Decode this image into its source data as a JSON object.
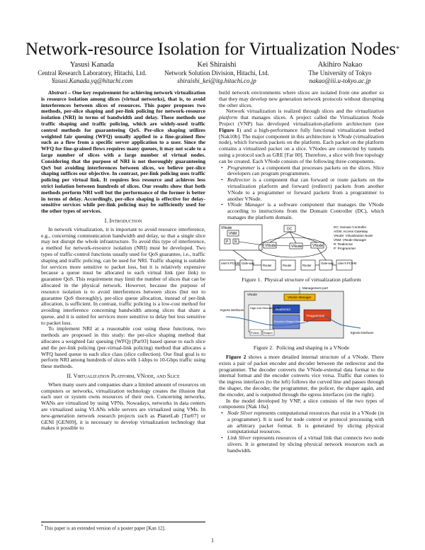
{
  "title": "Network-resource Isolation for Virtualization Nodes",
  "title_mark": "*",
  "authors": [
    {
      "name": "Yasusi Kanada",
      "affil": "Central Research Laboratory, Hitachi, Ltd.",
      "email": "Yasusi.Kanada.yq@hitachi.com"
    },
    {
      "name": "Kei Shiraishi",
      "affil": "Network Solution Division, Hitachi, Ltd.",
      "email": "shiraishi_kei@itg.hitachi.co.jp"
    },
    {
      "name": "Akihiro Nakao",
      "affil": "The University of Tokyo",
      "email": "nakao@iii.u-tokyo.ac.jp"
    }
  ],
  "abstract_label": "Abstract",
  "abstract": " – One key requirement for achieving network virtualization is resource isolation among slices (virtual networks), that is, to avoid interferences between slices of resources. This paper proposes two methods, per-slice shaping and per-link policing for network-resource isolation (NRI) in terms of bandwidth and delay. These methods use traffic shaping and traffic policing, which are widely-used traffic control methods for guaranteeing QoS. Per-slice shaping utilizes weighted fair queuing (WFQ) usually applied to a fine-grained flow such as a flow from a specific server application to a user. Since the WFQ for fine-grained flows requires many queues, it may not scale to a large number of slices with a large number of virtual nodes. Considering that the purpose of NRI is not thoroughly guaranteeing QoS but avoiding interferences between slices, we believe per-slice shaping suffices our objective. In contrast, per-link policing uses traffic policing per virtual link. It requires less resource and achieves less strict isolation between hundreds of slices. Our results show that both methods perform NRI well but the performance of the former is better in terms of delay. Accordingly, per-slice shaping is effective for delay-sensitive services while per-link policing may be sufficiently used for the other types of services.",
  "sec1_num": "I.",
  "sec1_title": "Introduction",
  "intro_p1": "In network virtualization, it is important to avoid resource interference, e.g., concerning communication bandwidth and delay, so that a single slice may not disrupt the whole infrastructure. To avoid this type of interference, a method for network-resource isolation (NRI) must be developed. Two types of traffic-control functions usually used for QoS guarantee, i.e., traffic shaping and traffic policing, can be used for NRI. Traffic shaping is suitable for services more sensitive to packet loss, but it is relatively expensive because a queue must be allocated to each virtual link (per link) to guarantee QoS. This requirement may limit the number of slices that can be allocated in the physical network. However, because the purpose of resource isolation is to avoid interferences between slices (but not to guarantee QoS thoroughly), per-slice queue allocation, instead of per-link allocation, is sufficient. In contrast, traffic policing is a low-cost method for avoiding interference concerning bandwidth among slices that share a queue, and it is suited for services more sensitive to delay but less sensitive to packet loss.",
  "intro_p2": "To implement NRI at a reasonable cost using these functions, two methods are proposed in this study: the per-slice shaping method that allocates a weighted fair queuing (WFQ) [Par93] based queue to each slice and the per-link policing (per-virtual-link policing) method that allocates a WFQ based queue to each slice class (slice collection). Our final goal is to perform NRI among hundreds of slices with 1-kbps to 10-Gbps traffic using these methods.",
  "sec2_num": "II.",
  "sec2_title": "Virtualization Platform, VNode, and Slice",
  "sec2_p1": "When many users and companies share a limited amount of resources on computers or networks, virtualization technology creates the illusion that each user or system owns resources of their own. Concerning networks, WANs are virtualized by using VPNs. Nowadays, networks in data centers are virtualized using VLANs while servers are virtualized using VMs. In new-generation network research projects such as PlanetLab [Tur07] or GENI [GEN09], it is necessary to develop virtualization technology that makes it possible to",
  "footnote_mark": "*",
  "footnote": "This paper is an extended version of a poster paper [Kan 12].",
  "right_p1": "build network environments where slices are isolated from one another so that they may develop new generation network protocols without disrupting the other slices.",
  "right_p2a": "Network virtualization is realized through slices and the ",
  "right_p2_vp": "virtualization platform",
  "right_p2b": " that manages slices. A project called the Virtualization Node Project (VNP) has developed virtualization-platform architecture (see ",
  "right_p2_fig": "Figure 1",
  "right_p2c": ") and a high-performance fully functional virtualization testbed [Nak10b]. The major component in this architecture is ",
  "right_p2_vn": "VNode",
  "right_p2d": " (virtualization node), which forwards packets on the platform. Each packet on the platform contains a virtualized packet on a slice. VNodes are connected by tunnels using a protocol such as GRE [Far 00]. Therefore, a slice with free topology can be created. Each VNode consists of the following three components.",
  "bullets1": [
    {
      "term": "Programmer",
      "text": " is a component that processes packets on the slices. Slice developers can program programmers."
    },
    {
      "term": "Redirector",
      "text": " is a component that can forward or route packets on the virtualization platform and forward (redirect) packets from another VNode to a programmer or forward packets from a programmer to another VNode."
    },
    {
      "term": "VNode Manager",
      "text": " is a software component that manages the VNode according to instructions from the Domain Controller (DC), which manages the platform domain."
    }
  ],
  "fig1": {
    "caption_num": "Figure 1.",
    "caption": "Physical structure of virtualization platform",
    "labels": {
      "vnode": "VNode",
      "vnm": "VNM",
      "p": "P",
      "r": "R",
      "dc": "DC",
      "gateway": "Gate-way",
      "router": "Router",
      "user_pc": "User's PC/VM"
    },
    "legend": [
      "DC:    Domain Controller",
      "AGW:  Access GateWay",
      "VNode:  Virtualization Node",
      "VNM:   VNode Manager",
      "R:     Redirector",
      "P:     Programmer"
    ]
  },
  "fig2": {
    "caption_num": "Figure 2.",
    "caption": "Policing and shaping in a VNode",
    "labels": {
      "mgmt": "Management port",
      "vnode": "VNode",
      "vnm": "VNode Manager",
      "redirector": "Redirector",
      "ether": "High-end Ethernet switch",
      "encdec": "Encoder Shaper Decoder",
      "programmer": "Programmer",
      "ingress": "Ingress interfaces",
      "egress": "Egress interfaces",
      "policer": "Policer",
      "shaper": "Shaper"
    }
  },
  "right_p3_fig": "Figure 2",
  "right_p3": " shows a more detailed internal structure of a VNode. There exists a pair of packet encoder and decoder between the redirector and the programmer. The decoder converts the VNode-external data format to the internal format and the encoder converts vice versa. Traffic that comes to the ingress interfaces (to the left) follows the curved line and passes through the shaper, the decoder, the programmer, the policer, the shaper again, and the encoder, and is outputted through the egress interfaces (on the right).",
  "right_p4": "In the model developed by VNP, a slice consists of the two types of components [Nak 10a].",
  "bullets2": [
    {
      "term": "Node Sliver",
      "text": " represents computational resources that exist in a VNode (in a programmer). It is used for node control or protocol processing with an arbitrary packet format. It is generated by slicing physical computational resources."
    },
    {
      "term": "Link Sliver",
      "text": " represents resources of a virtual link that connects two node slivers. It is generated by slicing physical network resources such as bandwidth."
    }
  ],
  "page_number": "1"
}
